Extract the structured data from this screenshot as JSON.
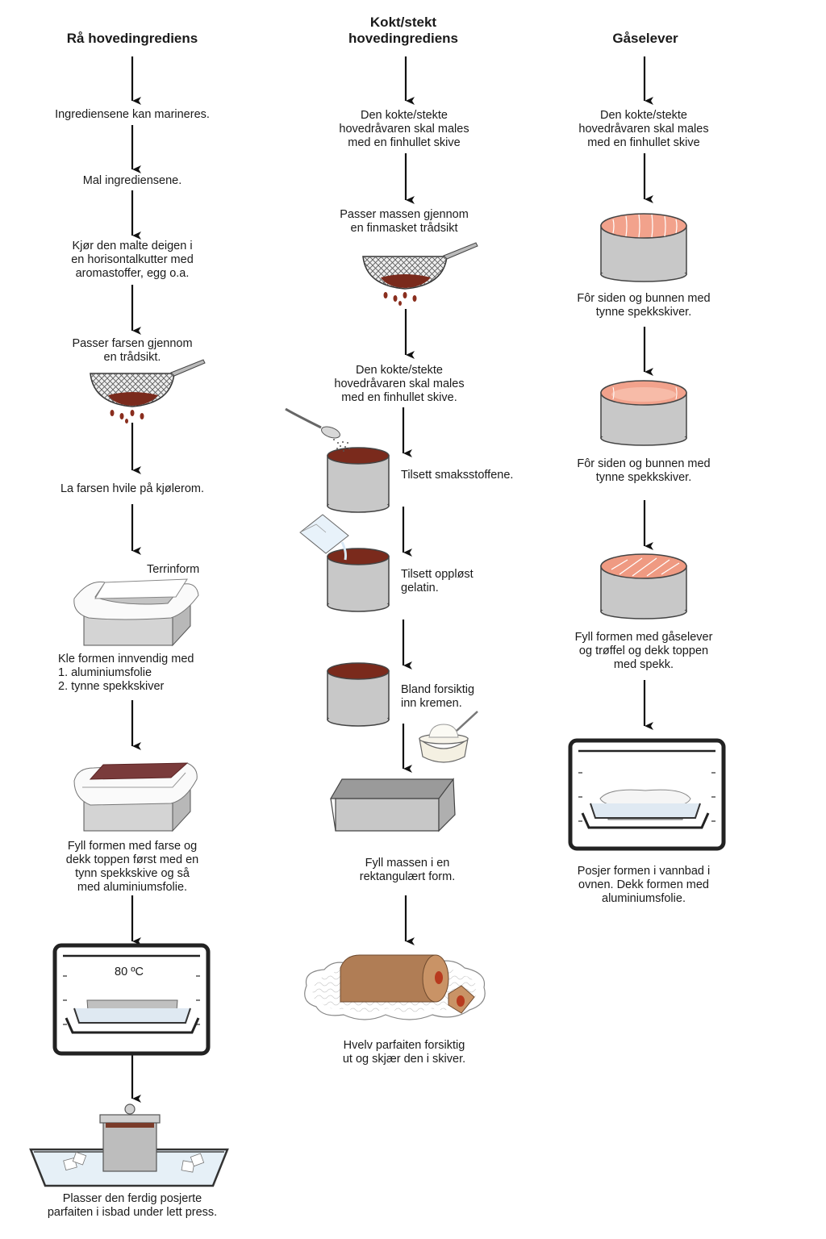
{
  "columns": [
    {
      "heading": "Rå hovedingrediens",
      "steps": [
        "Ingrediensene kan marineres.",
        "Mal ingrediensene.",
        "Kjør den malte deigen i\nen horisontalkutter med\naromastoffer, egg o.a.",
        "Passer farsen gjennom\nen trådsikt.",
        "La farsen hvile på kjølerom.",
        "Kle formen innvendig med\n1. aluminiumsfolie\n2. tynne spekkskiver",
        "Fyll formen med farse og\ndekk toppen først med en\ntynn spekkskive og så\nmed aluminiumsfolie.",
        "Plasser den ferdig posjerte\nparfaiten i isbad under lett press."
      ],
      "mold_label": "Terrinform",
      "oven_temperature": "80 ºC"
    },
    {
      "heading": "Kokt/stekt\nhovedingrediens",
      "steps": [
        "Den kokte/stekte\nhovedråvaren skal males\nmed en finhullet skive",
        "Passer massen gjennom\nen finmasket trådsikt",
        "Den kokte/stekte\nhovedråvaren skal males\nmed en finhullet skive.",
        "Tilsett smaksstoffene.",
        "Tilsett oppløst\ngelatin.",
        "Bland forsiktig\ninn kremen.",
        "Fyll massen i en\nrektangulært form.",
        "Hvelv parfaiten forsiktig\nut og skjær den i skiver."
      ]
    },
    {
      "heading": "Gåselever",
      "steps": [
        "Den kokte/stekte\nhovedråvaren skal males\nmed en finhullet skive",
        "Fôr siden og bunnen med\ntynne spekkskiver.",
        "Fôr siden og bunnen med\ntynne spekkskiver.",
        "Fyll formen med gåselever\nog trøffel og dekk toppen\nmed spekk.",
        "Posjer formen i vannbad i\novnen. Dekk formen med\naluminiumsfolie."
      ]
    }
  ],
  "colors": {
    "arrow": "#111111",
    "pot_gray": "#c8c8c8",
    "sauce": "#7a2a1c",
    "drops": "#8a2e1e",
    "liver": "#f2a28c",
    "pate": "#b07d55"
  }
}
